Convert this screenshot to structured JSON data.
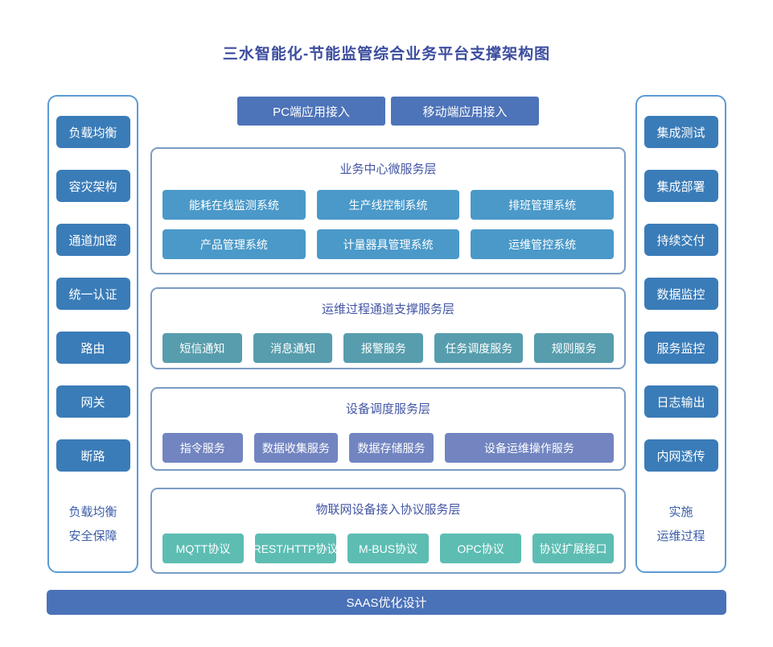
{
  "title": "三水智能化-节能监管综合业务平台支撑架构图",
  "left_panel": {
    "boxes": [
      "负载均衡",
      "容灾架构",
      "通道加密",
      "统一认证",
      "路由",
      "网关",
      "断路"
    ],
    "caption": [
      "负载均衡",
      "安全保障"
    ]
  },
  "right_panel": {
    "boxes": [
      "集成测试",
      "集成部署",
      "持续交付",
      "数据监控",
      "服务监控",
      "日志输出",
      "内网透传"
    ],
    "caption": [
      "实施",
      "运维过程"
    ]
  },
  "access": {
    "buttons": [
      "PC端应用接入",
      "移动端应用接入"
    ]
  },
  "layers": [
    {
      "title": "业务中心微服务层",
      "items": [
        "能耗在线监测系统",
        "生产线控制系统",
        "排班管理系统",
        "产品管理系统",
        "计量器具管理系统",
        "运维管控系统"
      ]
    },
    {
      "title": "运维过程通道支撑服务层",
      "items": [
        "短信通知",
        "消息通知",
        "报警服务",
        "任务调度服务",
        "规则服务"
      ]
    },
    {
      "title": "设备调度服务层",
      "items": [
        "指令服务",
        "数据收集服务",
        "数据存储服务",
        "设备运维操作服务"
      ]
    },
    {
      "title": "物联网设备接入协议服务层",
      "items": [
        "MQTT协议",
        "REST/HTTP协议",
        "M-BUS协议",
        "OPC协议",
        "协议扩展接口"
      ]
    }
  ],
  "footer_bar": {
    "label": "SAAS优化设计"
  },
  "colors": {
    "title_text": "#3c4d9e",
    "section_title_text": "#4355a3",
    "section_border": "#7b9cc4",
    "sidebar_border": "#5b9bd5",
    "sidebar_box": "#3a7cb8",
    "sidebar_caption_text": "#3b5ea8",
    "access_button": "#4d73b8",
    "footer_bar": "#4a72b8",
    "layer1_item": "#4a99c9",
    "layer2_item": "#579dad",
    "layer3_item": "#7285c1",
    "layer4_item": "#5dbdb3"
  }
}
